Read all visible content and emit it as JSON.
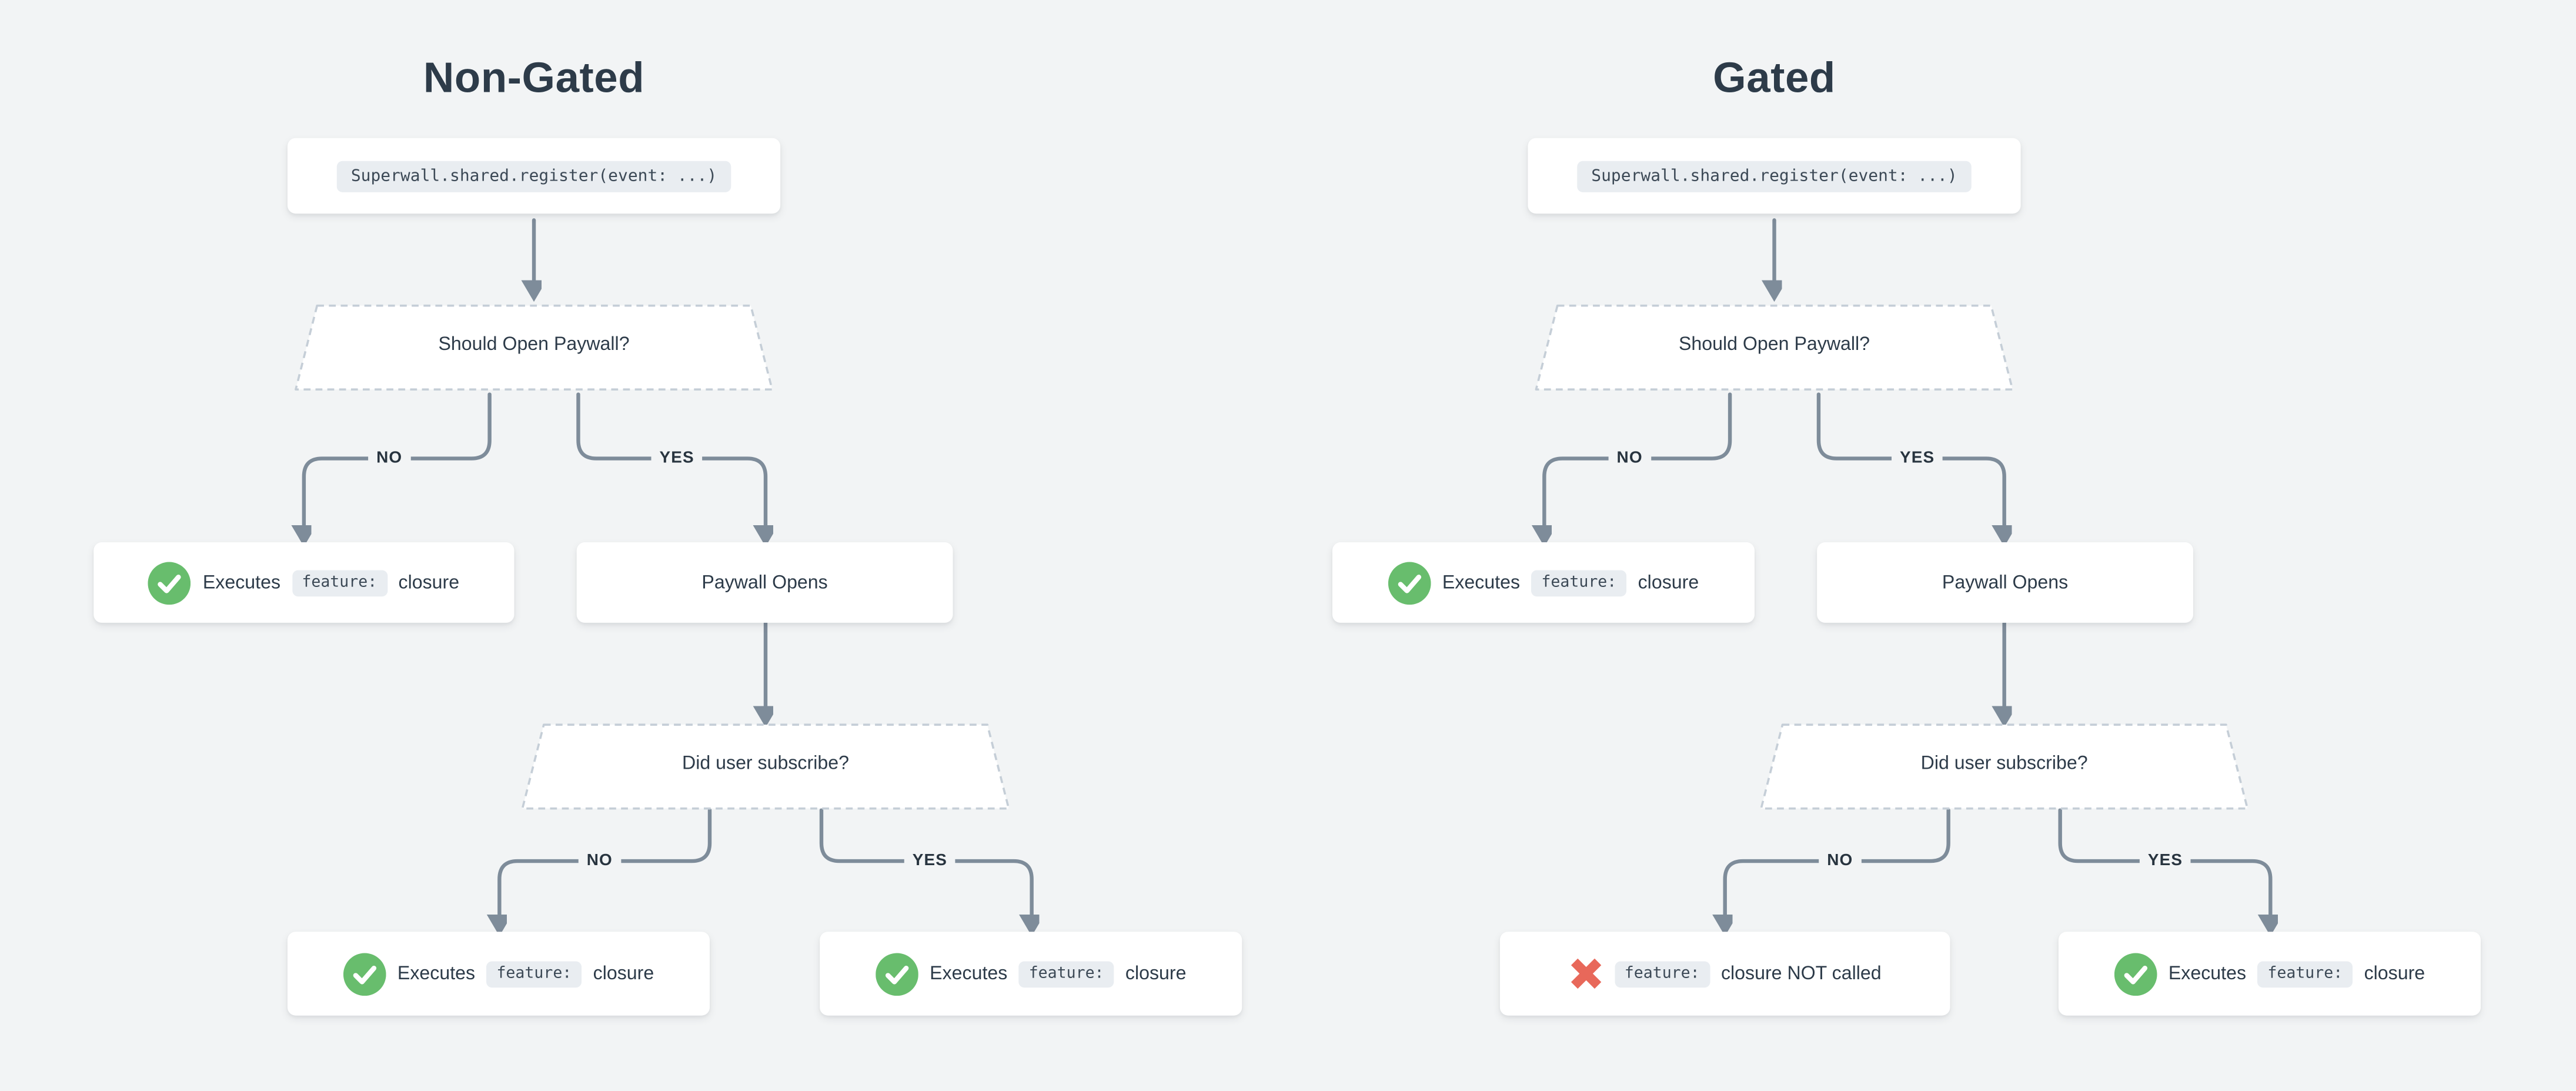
{
  "diagram": {
    "background": "#f2f4f5",
    "colors": {
      "connector": "#7e8c9a",
      "dashed_border": "#c5ced7",
      "success_green": "#68bd6d",
      "error_red": "#e8685a",
      "text_ink": "#2d3b49",
      "code_chip_bg": "#e9edf1"
    }
  },
  "flows": [
    {
      "title": "Non-Gated",
      "code": "Superwall.shared.register(event: ...)",
      "decision1": {
        "label": "Should Open Paywall?"
      },
      "decision2": {
        "label": "Did user subscribe?"
      },
      "no_label": "NO",
      "yes_label": "YES",
      "branch_executes": {
        "icon": "check-icon",
        "prefix": "Executes",
        "code": "feature:",
        "suffix": "closure"
      },
      "branch_paywall": {
        "label": "Paywall Opens"
      },
      "outcome_no": {
        "icon": "check-icon",
        "prefix": "Executes",
        "code": "feature:",
        "suffix": "closure"
      },
      "outcome_yes": {
        "icon": "check-icon",
        "prefix": "Executes",
        "code": "feature:",
        "suffix": "closure"
      }
    },
    {
      "title": "Gated",
      "code": "Superwall.shared.register(event: ...)",
      "decision1": {
        "label": "Should Open Paywall?"
      },
      "decision2": {
        "label": "Did user subscribe?"
      },
      "no_label": "NO",
      "yes_label": "YES",
      "branch_executes": {
        "icon": "check-icon",
        "prefix": "Executes",
        "code": "feature:",
        "suffix": "closure"
      },
      "branch_paywall": {
        "label": "Paywall Opens"
      },
      "outcome_no": {
        "icon": "cross-icon",
        "code": "feature:",
        "suffix": "closure NOT called"
      },
      "outcome_yes": {
        "icon": "check-icon",
        "prefix": "Executes",
        "code": "feature:",
        "suffix": "closure"
      }
    }
  ]
}
